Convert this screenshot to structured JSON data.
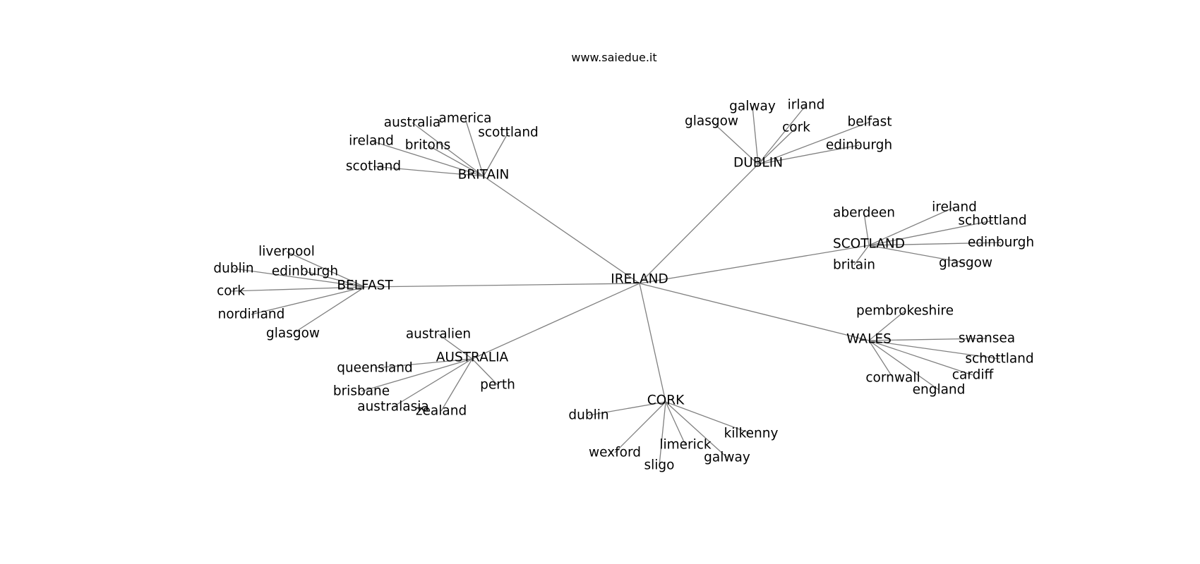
{
  "header": {
    "site_url": "www.saiedue.it"
  },
  "graph": {
    "root": "IRELAND",
    "hubs": [
      {
        "id": "britain",
        "label": "BRITAIN",
        "leaves": [
          "america",
          "australia",
          "britons",
          "ireland",
          "scotland",
          "scottland"
        ]
      },
      {
        "id": "dublin",
        "label": "DUBLIN",
        "leaves": [
          "galway",
          "irland",
          "glasgow",
          "cork",
          "belfast",
          "edinburgh"
        ]
      },
      {
        "id": "scotland",
        "label": "SCOTLAND",
        "leaves": [
          "aberdeen",
          "ireland",
          "schottland",
          "edinburgh",
          "britain",
          "glasgow"
        ]
      },
      {
        "id": "belfast",
        "label": "BELFAST",
        "leaves": [
          "liverpool",
          "dublin",
          "edinburgh",
          "cork",
          "nordirland",
          "glasgow"
        ]
      },
      {
        "id": "australia",
        "label": "AUSTRALIA",
        "leaves": [
          "australien",
          "queensland",
          "perth",
          "brisbane",
          "australasia",
          "zealand"
        ]
      },
      {
        "id": "wales",
        "label": "WALES",
        "leaves": [
          "pembrokeshire",
          "swansea",
          "schottland",
          "cardiff",
          "cornwall",
          "england"
        ]
      },
      {
        "id": "cork",
        "label": "CORK",
        "leaves": [
          "dublin",
          "kilkenny",
          "limerick",
          "galway",
          "wexford",
          "sligo"
        ]
      }
    ]
  }
}
